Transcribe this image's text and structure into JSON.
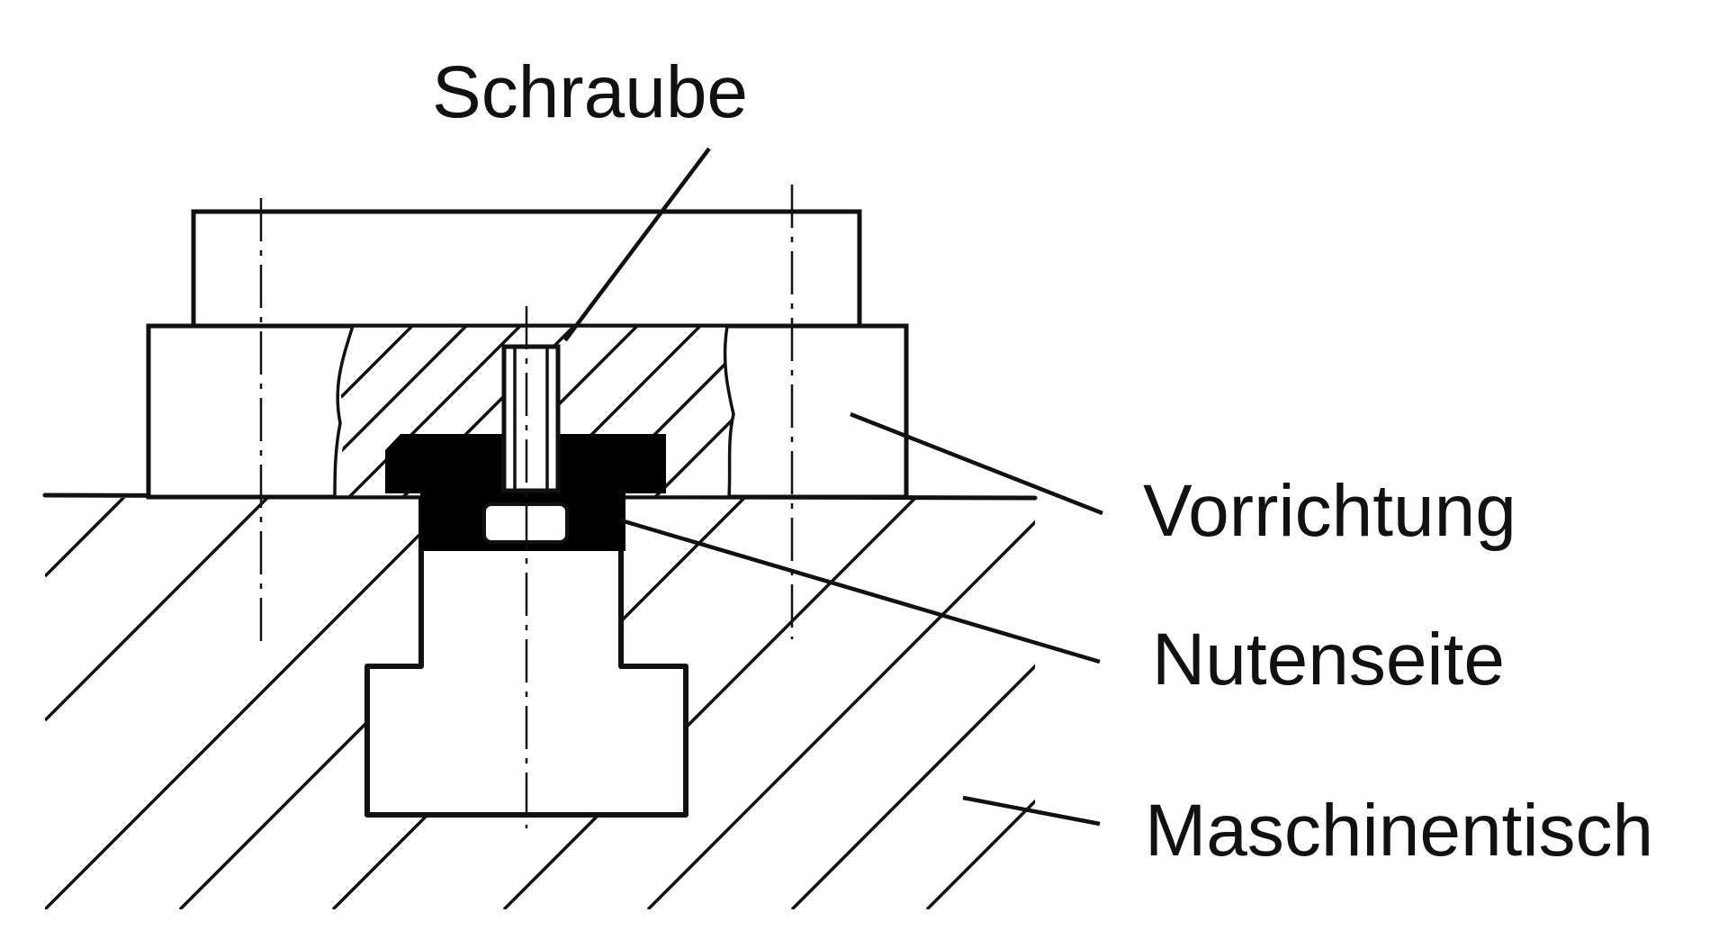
{
  "diagram": {
    "labels": {
      "screw": "Schraube",
      "fixture": "Vorrichtung",
      "slot_side": "Nutenseite",
      "machine_table": "Maschinentisch"
    },
    "colors": {
      "line": "#111111",
      "background": "#ffffff",
      "key_fill": "#000000"
    }
  }
}
